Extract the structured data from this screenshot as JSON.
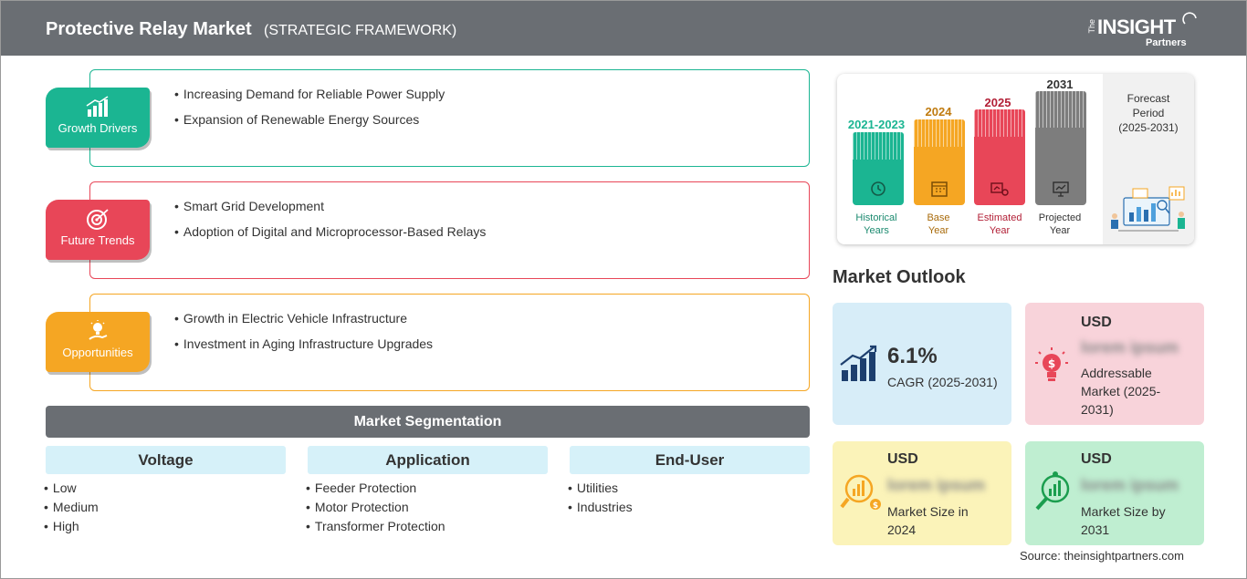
{
  "header": {
    "title": "Protective Relay Market",
    "subtitle": "(STRATEGIC FRAMEWORK)",
    "logo_small": "The",
    "logo_main": "INSIGHT",
    "logo_sub": "Partners"
  },
  "framework": [
    {
      "label": "Growth Drivers",
      "color": "#1bb592",
      "points": [
        "Increasing Demand for Reliable Power Supply",
        "Expansion of Renewable Energy Sources"
      ]
    },
    {
      "label": "Future Trends",
      "color": "#e84658",
      "points": [
        "Smart Grid Development",
        "Adoption of Digital and Microprocessor-Based Relays"
      ]
    },
    {
      "label": "Opportunities",
      "color": "#f5a623",
      "points": [
        "Growth in Electric Vehicle Infrastructure",
        "Investment in Aging Infrastructure Upgrades"
      ]
    }
  ],
  "segmentation": {
    "title": "Market Segmentation",
    "columns": [
      {
        "heading": "Voltage",
        "items": [
          "Low",
          "Medium",
          "High"
        ]
      },
      {
        "heading": "Application",
        "items": [
          "Feeder Protection",
          "Motor Protection",
          "Transformer Protection"
        ]
      },
      {
        "heading": "End-User",
        "items": [
          "Utilities",
          "Industries"
        ]
      }
    ]
  },
  "timeline": {
    "bars": [
      {
        "year": "2021-2023",
        "label_line1": "Historical",
        "label_line2": "Years",
        "color": "#1bb592",
        "icon": "history-icon"
      },
      {
        "year": "2024",
        "label_line1": "Base",
        "label_line2": "Year",
        "color": "#f5a623",
        "icon": "calendar-icon"
      },
      {
        "year": "2025",
        "label_line1": "Estimated",
        "label_line2": "Year",
        "color": "#e84658",
        "icon": "estimate-icon"
      },
      {
        "year": "2031",
        "label_line1": "Projected",
        "label_line2": "Year",
        "color": "#7d7d7d",
        "icon": "presentation-icon"
      }
    ],
    "forecast_line1": "Forecast",
    "forecast_line2": "Period",
    "forecast_line3": "(2025-2031)"
  },
  "outlook": {
    "title": "Market Outlook",
    "cagr_value": "6.1%",
    "cagr_label": "CAGR (2025-2031)",
    "addressable_usd": "USD",
    "addressable_value": "lorem ipsum",
    "addressable_label_1": "Addressable",
    "addressable_label_2": "Market (2025-",
    "addressable_label_3": "2031)",
    "size2024_usd": "USD",
    "size2024_value": "lorem ipsum",
    "size2024_label_1": "Market Size in",
    "size2024_label_2": "2024",
    "size2031_usd": "USD",
    "size2031_value": "lorem ipsum",
    "size2031_label_1": "Market Size by",
    "size2031_label_2": "2031",
    "colors": {
      "cagr": "#d7edf8",
      "addressable": "#f8d3da",
      "size2024": "#fbf3b9",
      "size2031": "#bfeed1"
    }
  },
  "source": "Source: theinsightpartners.com"
}
